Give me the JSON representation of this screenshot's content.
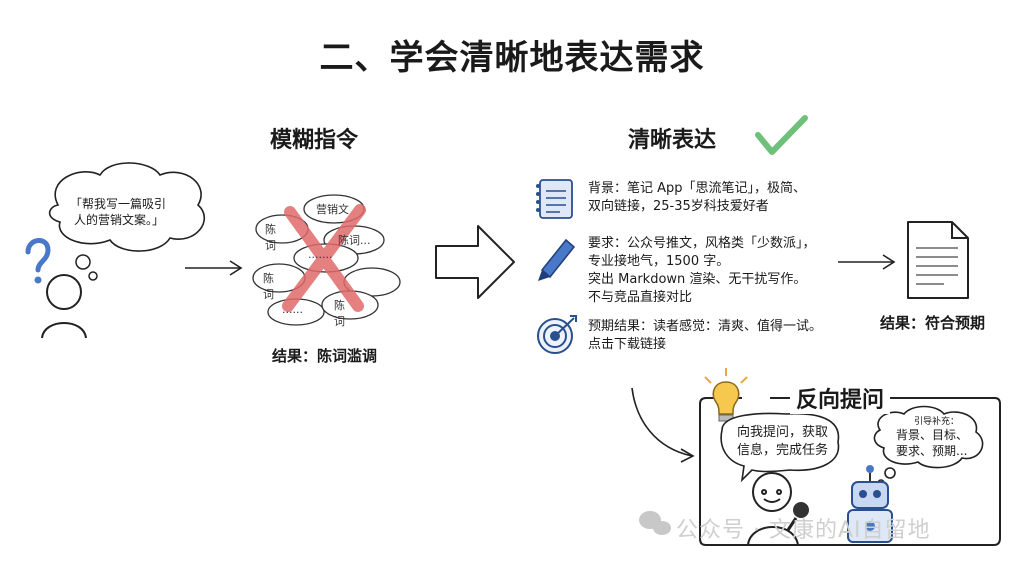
{
  "title": "二、学会清晰地表达需求",
  "vague": {
    "heading": "模糊指令",
    "bubble_text": [
      "「帮我写一篇吸引",
      "人的营销文案。」"
    ],
    "cloud_words": [
      "营销文",
      "陈词",
      "陈词...",
      ".......",
      "陈词",
      "......",
      "陈词"
    ],
    "result": "结果：陈词滥调"
  },
  "clear": {
    "heading": "清晰表达",
    "background": [
      "背景：笔记 App「思流笔记」，极简、",
      "双向链接，25-35岁科技爱好者"
    ],
    "requirements": [
      "要求：公众号推文，风格类「少数派」，",
      "专业接地气，1500 字。",
      "突出 Markdown 渲染、无干扰写作。",
      "不与竞品直接对比"
    ],
    "expected": [
      "预期结果：读者感觉：清爽、值得一试。",
      "点击下载链接"
    ],
    "result": "结果：符合预期"
  },
  "reverse": {
    "heading": "反向提问",
    "person_text": [
      "向我提问，获取",
      "信息，完成任务"
    ],
    "robot_label": "引导补充：",
    "robot_text": [
      "背景、目标、",
      "要求、预期..."
    ]
  },
  "watermark": "公众号 · 文康的AI自留地",
  "colors": {
    "red": "#e06a6a",
    "green": "#6fc07a",
    "blue": "#4a78c8",
    "ink": "#1a1a1a"
  },
  "icons": [
    "question-icon",
    "notepad-icon",
    "pen-icon",
    "target-icon",
    "document-icon",
    "lightbulb-icon",
    "checkmark-icon",
    "robot-icon",
    "microphone-icon",
    "wechat-icon"
  ]
}
